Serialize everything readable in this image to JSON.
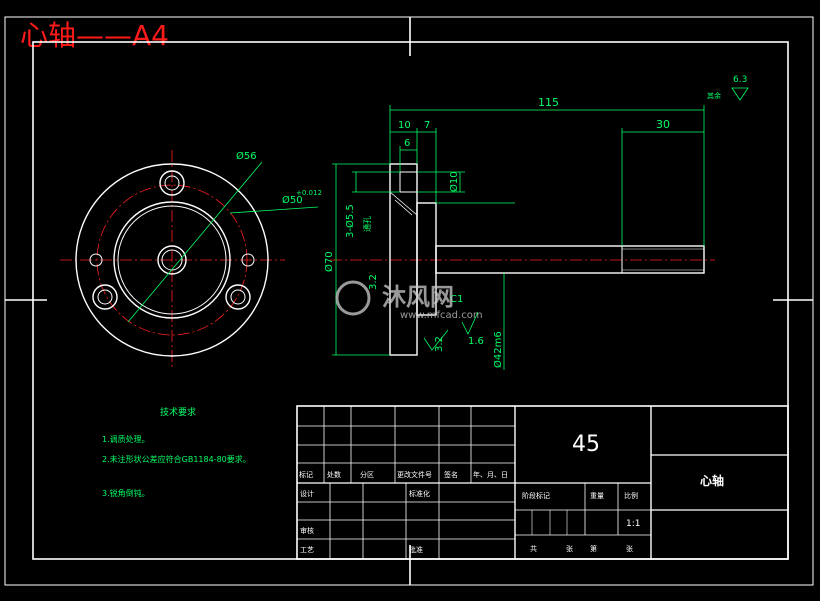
{
  "page_title": "心轴——A4",
  "colors": {
    "background": "#000000",
    "line": "#ffffff",
    "centerline": "#ff2020",
    "dimension": "#00ff66",
    "notes": "#00ff66",
    "title_red": "#ff1a1a"
  },
  "front_view": {
    "dia_outer": "Ø56",
    "dia_bore": "Ø50",
    "dia_bore_tol": "+0.012"
  },
  "side_view": {
    "dim_total": "115",
    "dim_30": "30",
    "dim_10": "10",
    "dim_7": "7",
    "dim_6": "6",
    "dim_phi10": "Ø10",
    "dim_holes": "3-Ø5.5",
    "dim_holes_note": "通孔",
    "dim_phi70": "Ø70",
    "dim_phi42": "Ø42m6",
    "rough_1_6": "1.6",
    "rough_3_2a": "3.2",
    "rough_3_2b": "3.2",
    "rough_6_3": "6.3",
    "rough_rest": "其余",
    "chamfer": "C1"
  },
  "notes": {
    "heading": "技术要求",
    "items": [
      "1.调质处理。",
      "2.未注形状公差应符合GB1184-80要求。",
      "3.锐角倒钝。"
    ]
  },
  "watermark": {
    "brand": "沐风网",
    "url": "www.mfcad.com"
  },
  "title_block": {
    "material": "45",
    "part_name": "心轴",
    "scale": "1:1",
    "row_labels": [
      "标记",
      "处数",
      "分区",
      "更改文件号",
      "签名",
      "年、月、日"
    ],
    "design": "设计",
    "standardize": "标准化",
    "stage_mark": "阶段标记",
    "weight": "重量",
    "ratio": "比例",
    "review": "审核",
    "process": "工艺",
    "approve": "批准",
    "sheet_total": "共",
    "sheet_label": "张",
    "sheet_no": "第",
    "sheet_label2": "张"
  }
}
